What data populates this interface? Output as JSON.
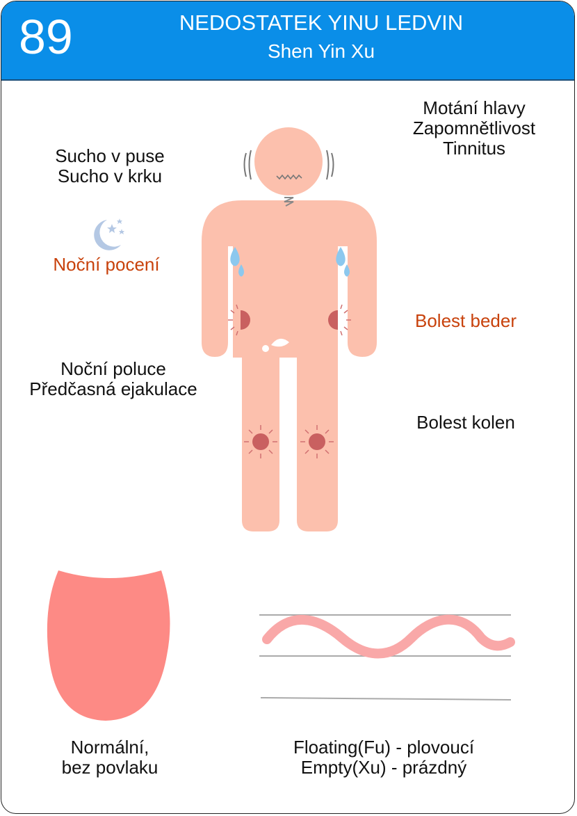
{
  "header": {
    "number": "89",
    "title": "NEDOSTATEK YINU LEDVIN",
    "subtitle": "Shen Yin Xu"
  },
  "symptoms": {
    "head": [
      "Motání hlavy",
      "Zapomnětlivost",
      "Tinnitus"
    ],
    "mouth": [
      "Sucho v puse",
      "Sucho v krku"
    ],
    "night_sweat": "Noční pocení",
    "lumbar": "Bolest beder",
    "emission": [
      "Noční poluce",
      "Předčasná ejakulace"
    ],
    "knees": "Bolest kolen"
  },
  "tongue": {
    "line1": "Normální,",
    "line2": "bez povlaku"
  },
  "pulse": {
    "line1": "Floating(Fu) - plovoucí",
    "line2": "Empty(Xu) - prázdný"
  },
  "colors": {
    "header_bg": "#0a8ee8",
    "body_skin": "#fcc0ad",
    "highlight_text": "#c8420c",
    "pain_marker": "#c96060",
    "tongue": "#fd8a85",
    "pulse_wave": "#f9a8a8",
    "sweat_drop": "#8cc8ee",
    "moon": "#b4c8e4"
  }
}
